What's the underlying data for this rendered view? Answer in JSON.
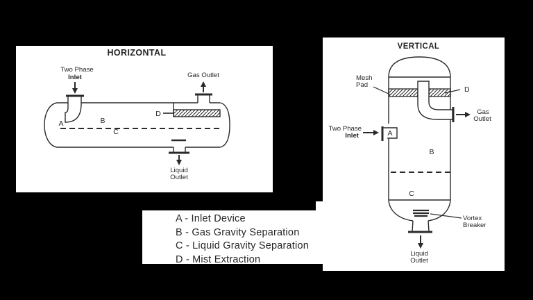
{
  "colors": {
    "background": "#000000",
    "panel": "#ffffff",
    "ink": "#2a2a2a"
  },
  "horizontal": {
    "title": "HORIZONTAL",
    "two_phase_inlet": [
      "Two Phase",
      "Inlet"
    ],
    "gas_outlet": "Gas Outlet",
    "liquid_outlet": [
      "Liquid",
      "Outlet"
    ],
    "zone_a": "A",
    "zone_b": "B",
    "zone_c": "C",
    "zone_d": "D"
  },
  "vertical": {
    "title": "VERTICAL",
    "mesh_pad": [
      "Mesh",
      "Pad"
    ],
    "two_phase_inlet": [
      "Two Phase",
      "Inlet"
    ],
    "gas_outlet": [
      "Gas",
      "Outlet"
    ],
    "vortex_breaker": [
      "Vortex",
      "Breaker"
    ],
    "liquid_outlet": [
      "Liquid",
      "Outlet"
    ],
    "zone_a": "A",
    "zone_b": "B",
    "zone_c": "C",
    "zone_d": "D"
  },
  "legend": {
    "items": [
      "A - Inlet Device",
      "B - Gas Gravity Separation",
      "C - Liquid Gravity Separation",
      "D - Mist Extraction"
    ]
  }
}
